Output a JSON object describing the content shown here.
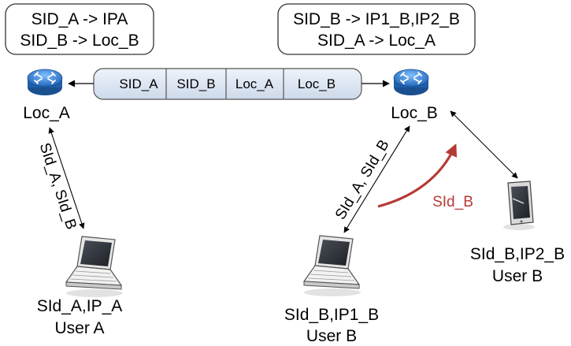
{
  "mapping_tables": {
    "loc_a": {
      "line1": "SID_A -> IPA",
      "line2": "SID_B -> Loc_B"
    },
    "loc_b": {
      "line1": "SID_B -> IP1_B,IP2_B",
      "line2": "SID_A -> Loc_A"
    }
  },
  "packet_header": {
    "segments": [
      "SID_A",
      "SID_B",
      "Loc_A",
      "Loc_B"
    ]
  },
  "routers": {
    "a": {
      "label": "Loc_A"
    },
    "b": {
      "label": "Loc_B"
    }
  },
  "devices": {
    "laptop_a": {
      "line1": "SId_A,IP_A",
      "line2": "User A"
    },
    "laptop_b": {
      "line1": "SId_B,IP1_B",
      "line2": "User B"
    },
    "tablet_b": {
      "line1": "SId_B,IP2_B",
      "line2": "User B"
    }
  },
  "edge_labels": {
    "loc_a_user_a": "SId_A, SId_B",
    "loc_b_user_b1": "SId_A, SId_B",
    "handover": "SId_B"
  },
  "colors": {
    "router_blue": "#2f7fd1",
    "header_fill": "#dde6f3",
    "handover_arrow": "#b53a35"
  }
}
